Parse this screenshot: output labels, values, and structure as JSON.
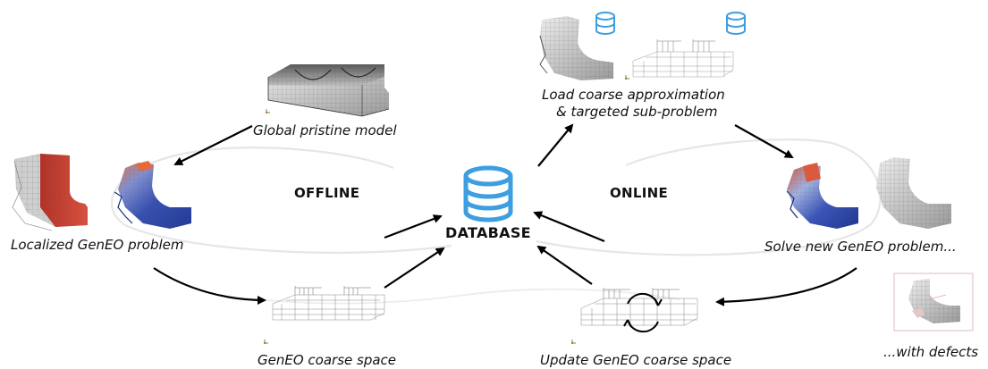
{
  "labels": {
    "global_model": "Global pristine model",
    "localized_problem": "Localized GenEO problem",
    "coarse_space": "GenEO coarse space",
    "load_coarse_line1": "Load coarse approximation",
    "load_coarse_line2": "& targeted sub-problem",
    "solve_new": "Solve new GenEO problem...",
    "update_coarse": "Update GenEO coarse space",
    "with_defects": "...with defects"
  },
  "phases": {
    "offline": "OFFLINE",
    "online": "ONLINE"
  },
  "database": {
    "label": "DATABASE",
    "icon": "database-icon"
  },
  "colors": {
    "database_blue": "#3d9ee0",
    "loop_grey": "#e6e6e6",
    "arrow": "#000000",
    "field_red": "#c0392b",
    "field_blue": "#2b4aa8",
    "mesh_grey": "#8a8a8a"
  }
}
